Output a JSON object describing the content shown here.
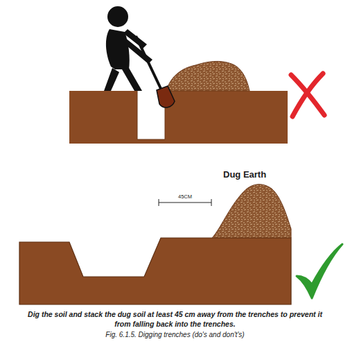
{
  "diagram": {
    "caption": "Fig. 6.1.5. Digging trenches (do's and don't's)",
    "labels": [
      "Dug Earth",
      "45CM",
      "Dig the soil and stack the dug soil at least 45 cm away from the trenches to prevent it from falling back into the trenches."
    ]
  }
}
